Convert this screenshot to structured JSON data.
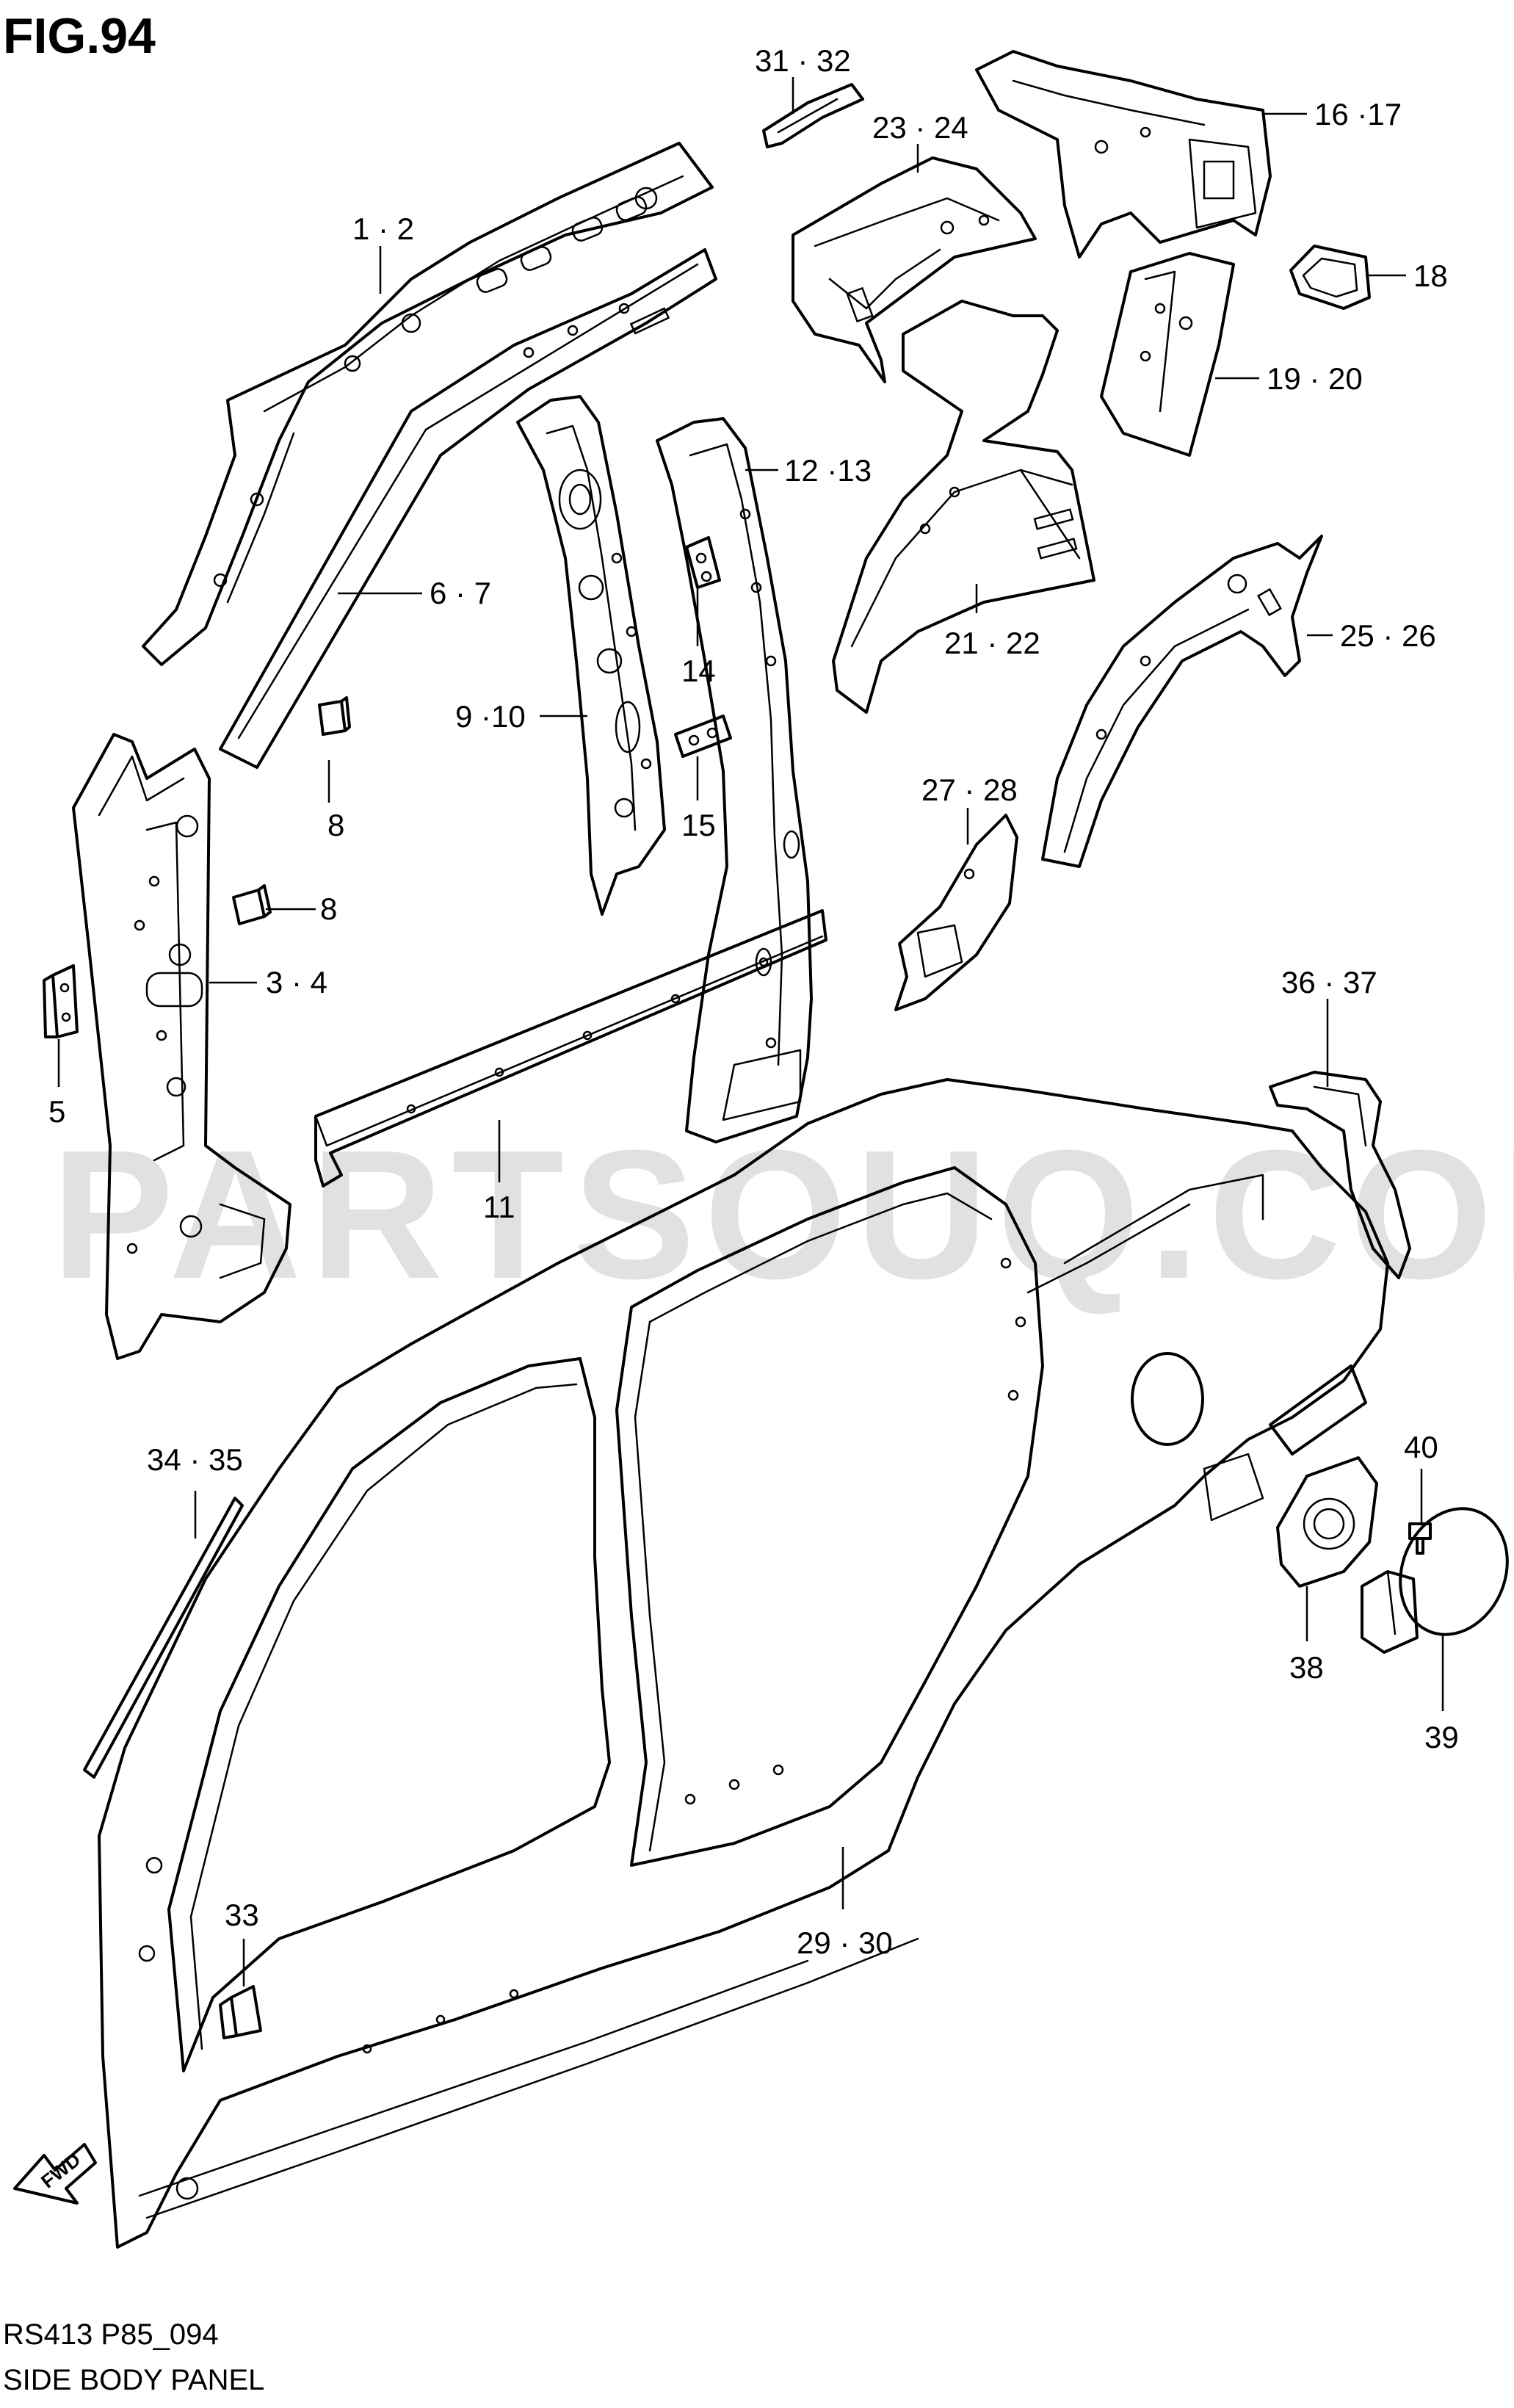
{
  "figure": {
    "title": "FIG.94"
  },
  "watermark": "PARTSOUQ.COM",
  "footer": {
    "model": "RS413 P85_094",
    "section": "SIDE BODY PANEL"
  },
  "fwd_label": "FWD",
  "callouts": {
    "c1_2": "1 · 2",
    "c3_4": "3 · 4",
    "c5": "5",
    "c6_7": "6 · 7",
    "c8a": "8",
    "c8b": "8",
    "c9_10": "9 ·10",
    "c11": "11",
    "c12_13": "12 ·13",
    "c14": "14",
    "c15": "15",
    "c16_17": "16 ·17",
    "c18": "18",
    "c19_20": "19 · 20",
    "c21_22": "21 · 22",
    "c23_24": "23 · 24",
    "c25_26": "25 · 26",
    "c27_28": "27 · 28",
    "c29_30": "29 · 30",
    "c31_32": "31 · 32",
    "c33": "33",
    "c34_35": "34 · 35",
    "c36_37": "36 · 37",
    "c38": "38",
    "c39": "39",
    "c40": "40"
  }
}
